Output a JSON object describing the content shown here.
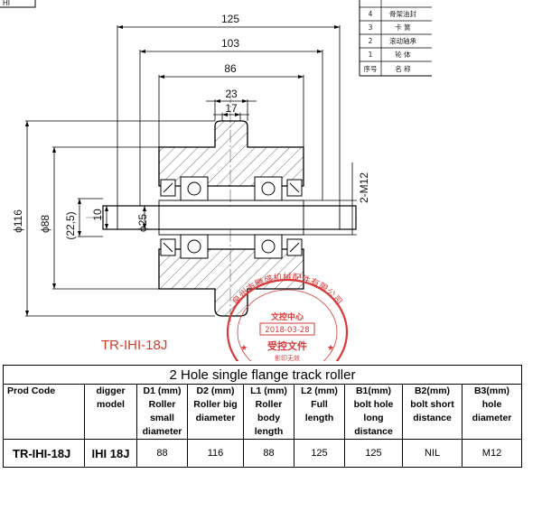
{
  "parts_list": {
    "rows": [
      {
        "no": "4",
        "name": "骨架油封"
      },
      {
        "no": "3",
        "name": "卡 簧"
      },
      {
        "no": "2",
        "name": "滚动轴承"
      },
      {
        "no": "1",
        "name": "轮 体"
      }
    ],
    "header_no": "序号",
    "header_name": "名 称"
  },
  "dimensions": {
    "d125": "125",
    "d103": "103",
    "d86": "86",
    "d23": "23",
    "d17": "17",
    "phi116": "ϕ116",
    "phi88": "ϕ88",
    "p22_5": "(22,5)",
    "d10": "10",
    "phi25": "ϕ25",
    "m12": "2-M12"
  },
  "corner_mark": "HI",
  "model_label": "TR-IHI-18J",
  "stamp": {
    "ring_text": "泉州市腾盛机械配件有限公司",
    "center": "文控中心",
    "date": "2018-03-28",
    "controlled": "受控文件",
    "note": "影印无效"
  },
  "table": {
    "title": "2 Hole single flange track roller",
    "headers": [
      "Prod Code",
      "digger model",
      "D1 (mm) Roller small diameter",
      "D2 (mm) Roller big diameter",
      "L1 (mm) Roller body length",
      "L2 (mm) Full length",
      "B1(mm) bolt hole long distance",
      "B2(mm) bolt short distance",
      "B3(mm) hole diameter"
    ],
    "row": [
      "TR-IHI-18J",
      "IHI 18J",
      "88",
      "116",
      "88",
      "125",
      "125",
      "NIL",
      "M12"
    ]
  }
}
